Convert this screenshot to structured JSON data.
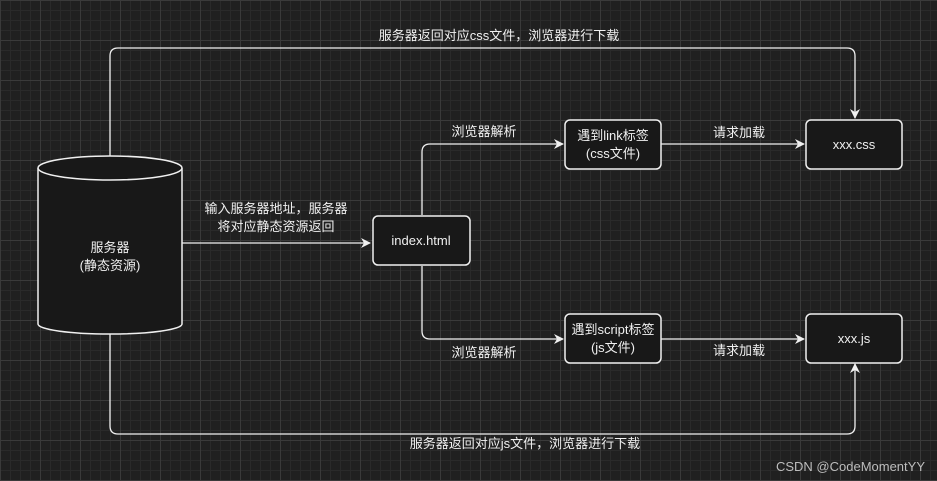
{
  "nodes": {
    "server": {
      "line1": "服务器",
      "line2": "(静态资源)"
    },
    "index_html": {
      "label": "index.html"
    },
    "link_tag": {
      "line1": "遇到link标签",
      "line2": "(css文件)"
    },
    "script_tag": {
      "line1": "遇到script标签",
      "line2": "(js文件)"
    },
    "css_file": {
      "label": "xxx.css"
    },
    "js_file": {
      "label": "xxx.js"
    }
  },
  "edges": {
    "server_to_index": {
      "line1": "输入服务器地址，服务器",
      "line2": "将对应静态资源返回"
    },
    "index_to_link": {
      "label": "浏览器解析"
    },
    "index_to_script": {
      "label": "浏览器解析"
    },
    "link_to_css": {
      "label": "请求加载"
    },
    "script_to_js": {
      "label": "请求加载"
    },
    "server_to_css": {
      "label": "服务器返回对应css文件，浏览器进行下载"
    },
    "server_to_js": {
      "label": "服务器返回对应js文件，浏览器进行下载"
    }
  },
  "watermark": {
    "text": "CSDN @CodeMomentYY"
  }
}
